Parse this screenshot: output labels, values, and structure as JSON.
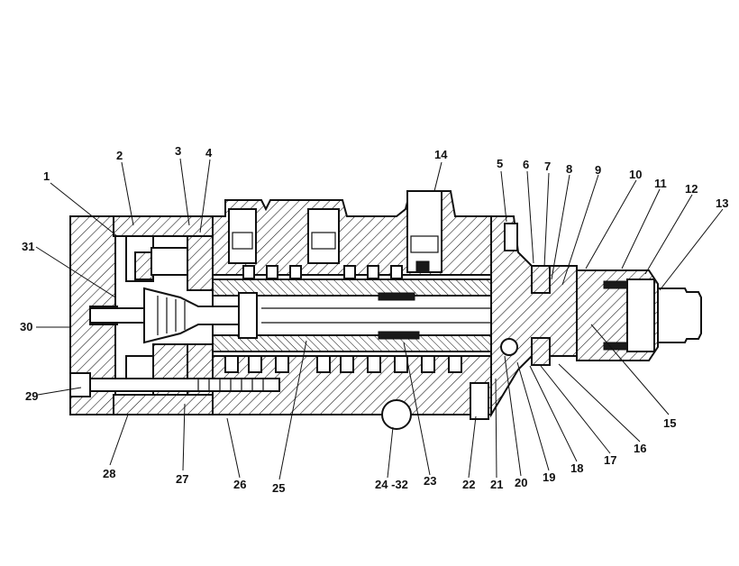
{
  "callouts": [
    {
      "text": "1"
    },
    {
      "text": "2"
    },
    {
      "text": "3"
    },
    {
      "text": "4"
    },
    {
      "text": "14"
    },
    {
      "text": "5"
    },
    {
      "text": "6"
    },
    {
      "text": "7"
    },
    {
      "text": "8"
    },
    {
      "text": "9"
    },
    {
      "text": "10"
    },
    {
      "text": "11"
    },
    {
      "text": "12"
    },
    {
      "text": "13"
    },
    {
      "text": "31"
    },
    {
      "text": "30"
    },
    {
      "text": "29"
    },
    {
      "text": "28"
    },
    {
      "text": "27"
    },
    {
      "text": "26"
    },
    {
      "text": "25"
    },
    {
      "text": "24 -32"
    },
    {
      "text": "23"
    },
    {
      "text": "22"
    },
    {
      "text": "21"
    },
    {
      "text": "20"
    },
    {
      "text": "19"
    },
    {
      "text": "18"
    },
    {
      "text": "17"
    },
    {
      "text": "16"
    },
    {
      "text": "15"
    }
  ]
}
